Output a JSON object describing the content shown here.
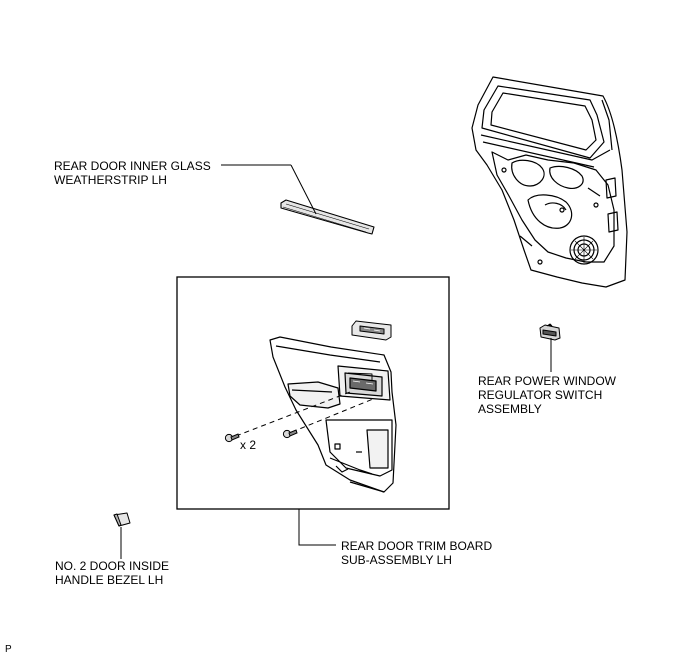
{
  "labels": {
    "weatherstrip": [
      "REAR DOOR INNER GLASS",
      "WEATHERSTRIP LH"
    ],
    "switch": [
      "REAR POWER WINDOW",
      "REGULATOR SWITCH",
      "ASSEMBLY"
    ],
    "trim_board": [
      "REAR DOOR TRIM BOARD",
      "SUB-ASSEMBLY LH"
    ],
    "bezel": [
      "NO. 2 DOOR INSIDE",
      "HANDLE BEZEL LH"
    ]
  },
  "screw_qty": "x 2",
  "corner_mark": "P"
}
